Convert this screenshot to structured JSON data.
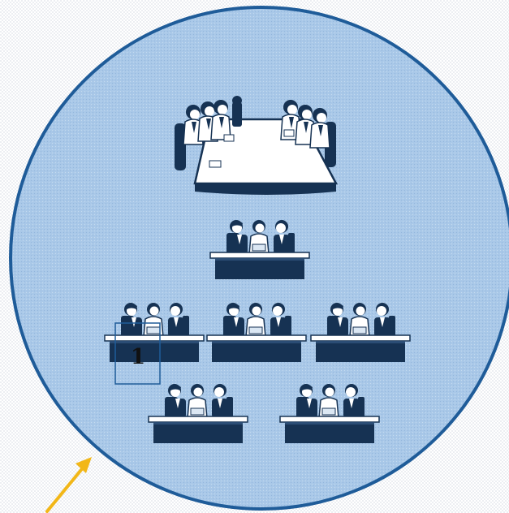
{
  "diagram": {
    "colors": {
      "circle_fill": "#a9c8e8",
      "circle_stroke": "#1f5c99",
      "figure_dark": "#163253",
      "arrow": "#f2b718",
      "label_box": "#1f5c99"
    },
    "box_label": "1",
    "nodes": [
      {
        "name": "boardroom-meeting-icon",
        "kind": "boardroom"
      },
      {
        "name": "top-team-desk",
        "kind": "desk"
      },
      {
        "name": "middle-left-team-desk",
        "kind": "desk"
      },
      {
        "name": "middle-center-team-desk",
        "kind": "desk"
      },
      {
        "name": "middle-right-team-desk",
        "kind": "desk"
      },
      {
        "name": "bottom-left-team-desk",
        "kind": "desk"
      },
      {
        "name": "bottom-right-team-desk",
        "kind": "desk"
      }
    ]
  }
}
